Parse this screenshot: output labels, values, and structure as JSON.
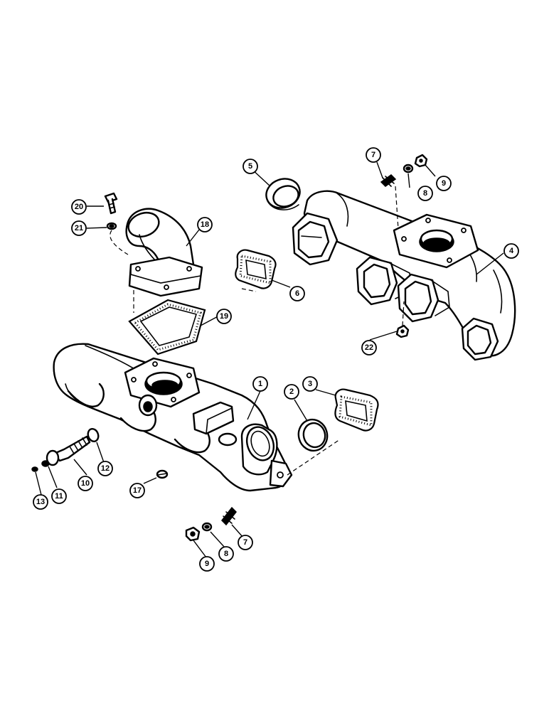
{
  "callouts": [
    {
      "id": "c1",
      "label": "1"
    },
    {
      "id": "c2",
      "label": "2"
    },
    {
      "id": "c3",
      "label": "3"
    },
    {
      "id": "c4",
      "label": "4"
    },
    {
      "id": "c5",
      "label": "5"
    },
    {
      "id": "c6",
      "label": "6"
    },
    {
      "id": "c7a",
      "label": "7"
    },
    {
      "id": "c7b",
      "label": "7"
    },
    {
      "id": "c8a",
      "label": "8"
    },
    {
      "id": "c8b",
      "label": "8"
    },
    {
      "id": "c9a",
      "label": "9"
    },
    {
      "id": "c9b",
      "label": "9"
    },
    {
      "id": "c10",
      "label": "10"
    },
    {
      "id": "c11",
      "label": "11"
    },
    {
      "id": "c12",
      "label": "12"
    },
    {
      "id": "c13",
      "label": "13"
    },
    {
      "id": "c17",
      "label": "17"
    },
    {
      "id": "c18",
      "label": "18"
    },
    {
      "id": "c19",
      "label": "19"
    },
    {
      "id": "c20",
      "label": "20"
    },
    {
      "id": "c21",
      "label": "21"
    },
    {
      "id": "c22",
      "label": "22"
    }
  ]
}
